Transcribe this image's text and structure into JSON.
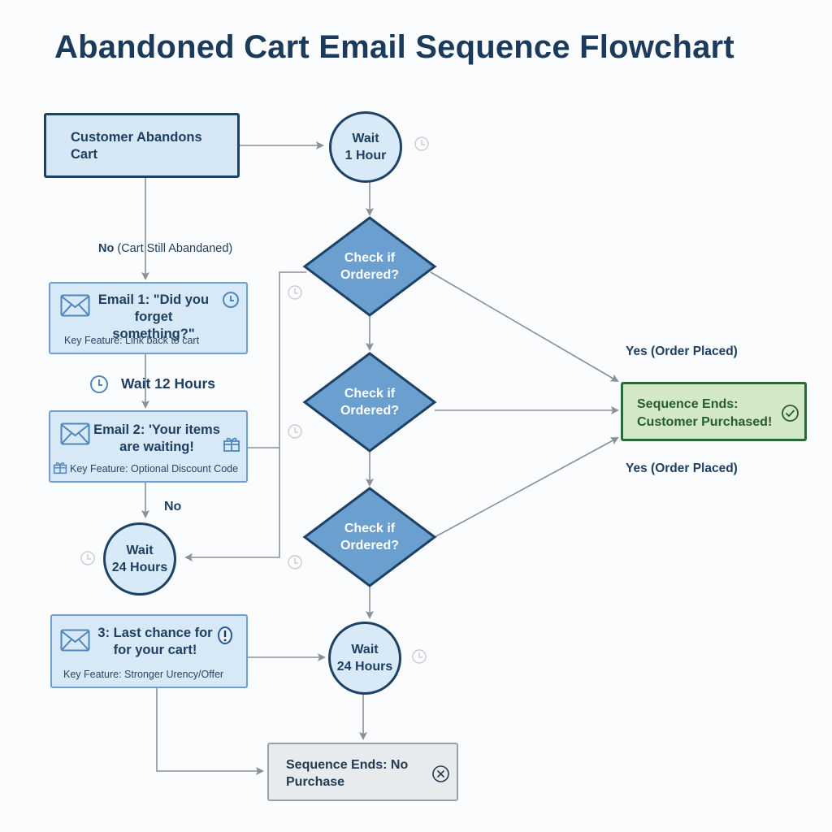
{
  "title": "Abandoned Cart Email Sequence Flowchart",
  "colors": {
    "title": "#1b3a5c",
    "process_fill": "#d6e8f6",
    "process_border": "#1d4266",
    "email_border": "#6e9fce",
    "decision_fill": "#6a9fd0",
    "decision_border": "#1d4266",
    "success_fill": "#d3e8c6",
    "success_border": "#2c6a35",
    "end_fill": "#e8ebee",
    "end_border": "#9aa1a8",
    "connector": "#8b9098"
  },
  "nodes": {
    "start": {
      "label_line1": "Customer Abandons",
      "label_line2": "Cart"
    },
    "wait_1h": {
      "line1": "Wait",
      "line2": "1 Hour"
    },
    "check_1": {
      "line1": "Check if",
      "line2": "Ordered?"
    },
    "check_2": {
      "line1": "Check if",
      "line2": "Ordered?"
    },
    "check_3": {
      "line1": "Check if",
      "line2": "Ordered?"
    },
    "email_1": {
      "line1": "Email 1: \"Did you",
      "line2": "forget something?\"",
      "feature": "Key Feature: Link back to cart",
      "icon": "envelope-icon",
      "badge_icon": "clock-icon"
    },
    "wait_12h": {
      "label": "Wait 12 Hours",
      "icon": "clock-icon"
    },
    "email_2": {
      "line1": "Email 2: 'Your items",
      "line2": "are waiting!",
      "feature": "Key Feature: Optional Discount Code",
      "icon": "envelope-icon",
      "badge_icon": "gift-icon",
      "feature_icon": "gift-icon"
    },
    "wait_24h_left": {
      "line1": "Wait",
      "line2": "24 Hours"
    },
    "email_3": {
      "line1": "3: Last chance for",
      "line2": "for your cart!",
      "feature": "Key Feature: Stronger Urency/Offer",
      "icon": "envelope-icon",
      "badge_icon": "alert-icon"
    },
    "wait_24h_center": {
      "line1": "Wait",
      "line2": "24 Hours"
    },
    "end_success": {
      "line1": "Sequence Ends:",
      "line2": "Customer Purchased!",
      "icon": "check-circle-icon"
    },
    "end_no_purchase": {
      "line1": "Sequence Ends: No",
      "line2": "Purchase",
      "icon": "x-circle-icon"
    }
  },
  "edge_labels": {
    "no_cart_abandoned_bold": "No",
    "no_cart_abandoned_rest": "(Cart Still Abandaned)",
    "no": "No",
    "yes_top": "Yes (Order Placed)",
    "yes_bottom": "Yes (Order Placed)"
  }
}
